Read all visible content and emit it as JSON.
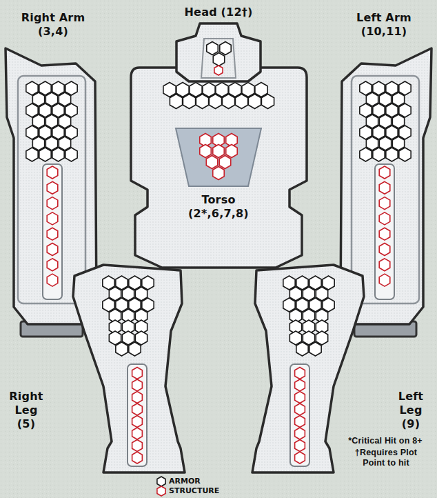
{
  "diagram": {
    "labels": [
      "Head (12†)",
      "Right Arm (3,4)",
      "Left Arm (10,11)",
      "Torso (2*,6,7,8)",
      "Right Leg (5)",
      "Left Leg (9)",
      "*Critical Hit on 8+",
      "†Requires Plot Point to hit"
    ],
    "legend": [
      {
        "text": "ARMOR"
      },
      {
        "text": "STRUCTURE"
      }
    ]
  }
}
